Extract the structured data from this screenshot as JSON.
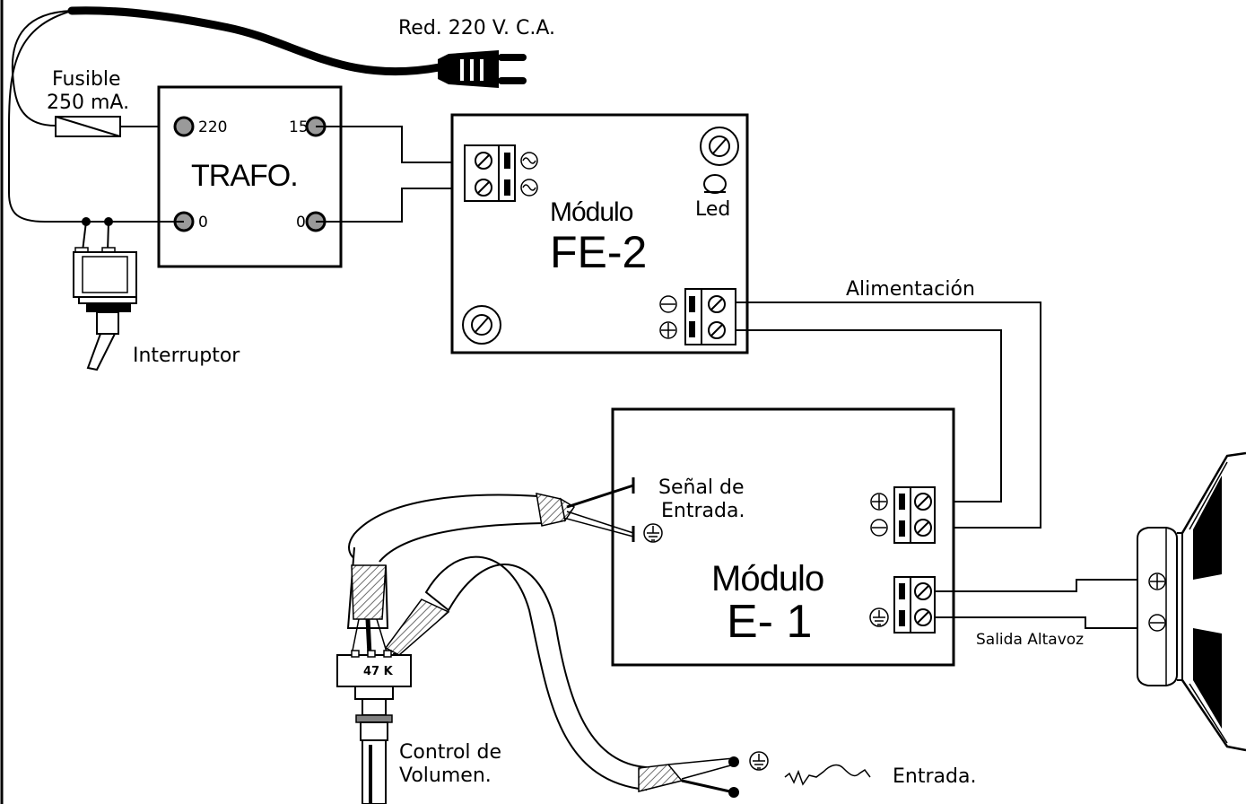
{
  "labels": {
    "mains": "Red. 220 V. C.A.",
    "fuse_line1": "Fusible",
    "fuse_line2": "250 mA.",
    "trafo": "TRAFO.",
    "trafo_pin_220": "220",
    "trafo_pin_15": "15",
    "trafo_pin_0_left": "0",
    "trafo_pin_0_right": "0",
    "switch": "Interruptor",
    "module_fe2_word": "Módulo",
    "module_fe2_code": "FE-2",
    "led": "Led",
    "power": "Alimentación",
    "module_e1_word": "Módulo",
    "module_e1_code": "E- 1",
    "signal_line1": "Señal de",
    "signal_line2": "Entrada.",
    "speaker_out": "Salida Altavoz",
    "pot_value": "47 K",
    "volume_line1": "Control de",
    "volume_line2": "Volumen.",
    "input": "Entrada."
  },
  "colors": {
    "stroke": "#000000",
    "pin_fill": "#9a9a9a",
    "cable_hatch": "#6e6e6e",
    "background": "#ffffff"
  }
}
